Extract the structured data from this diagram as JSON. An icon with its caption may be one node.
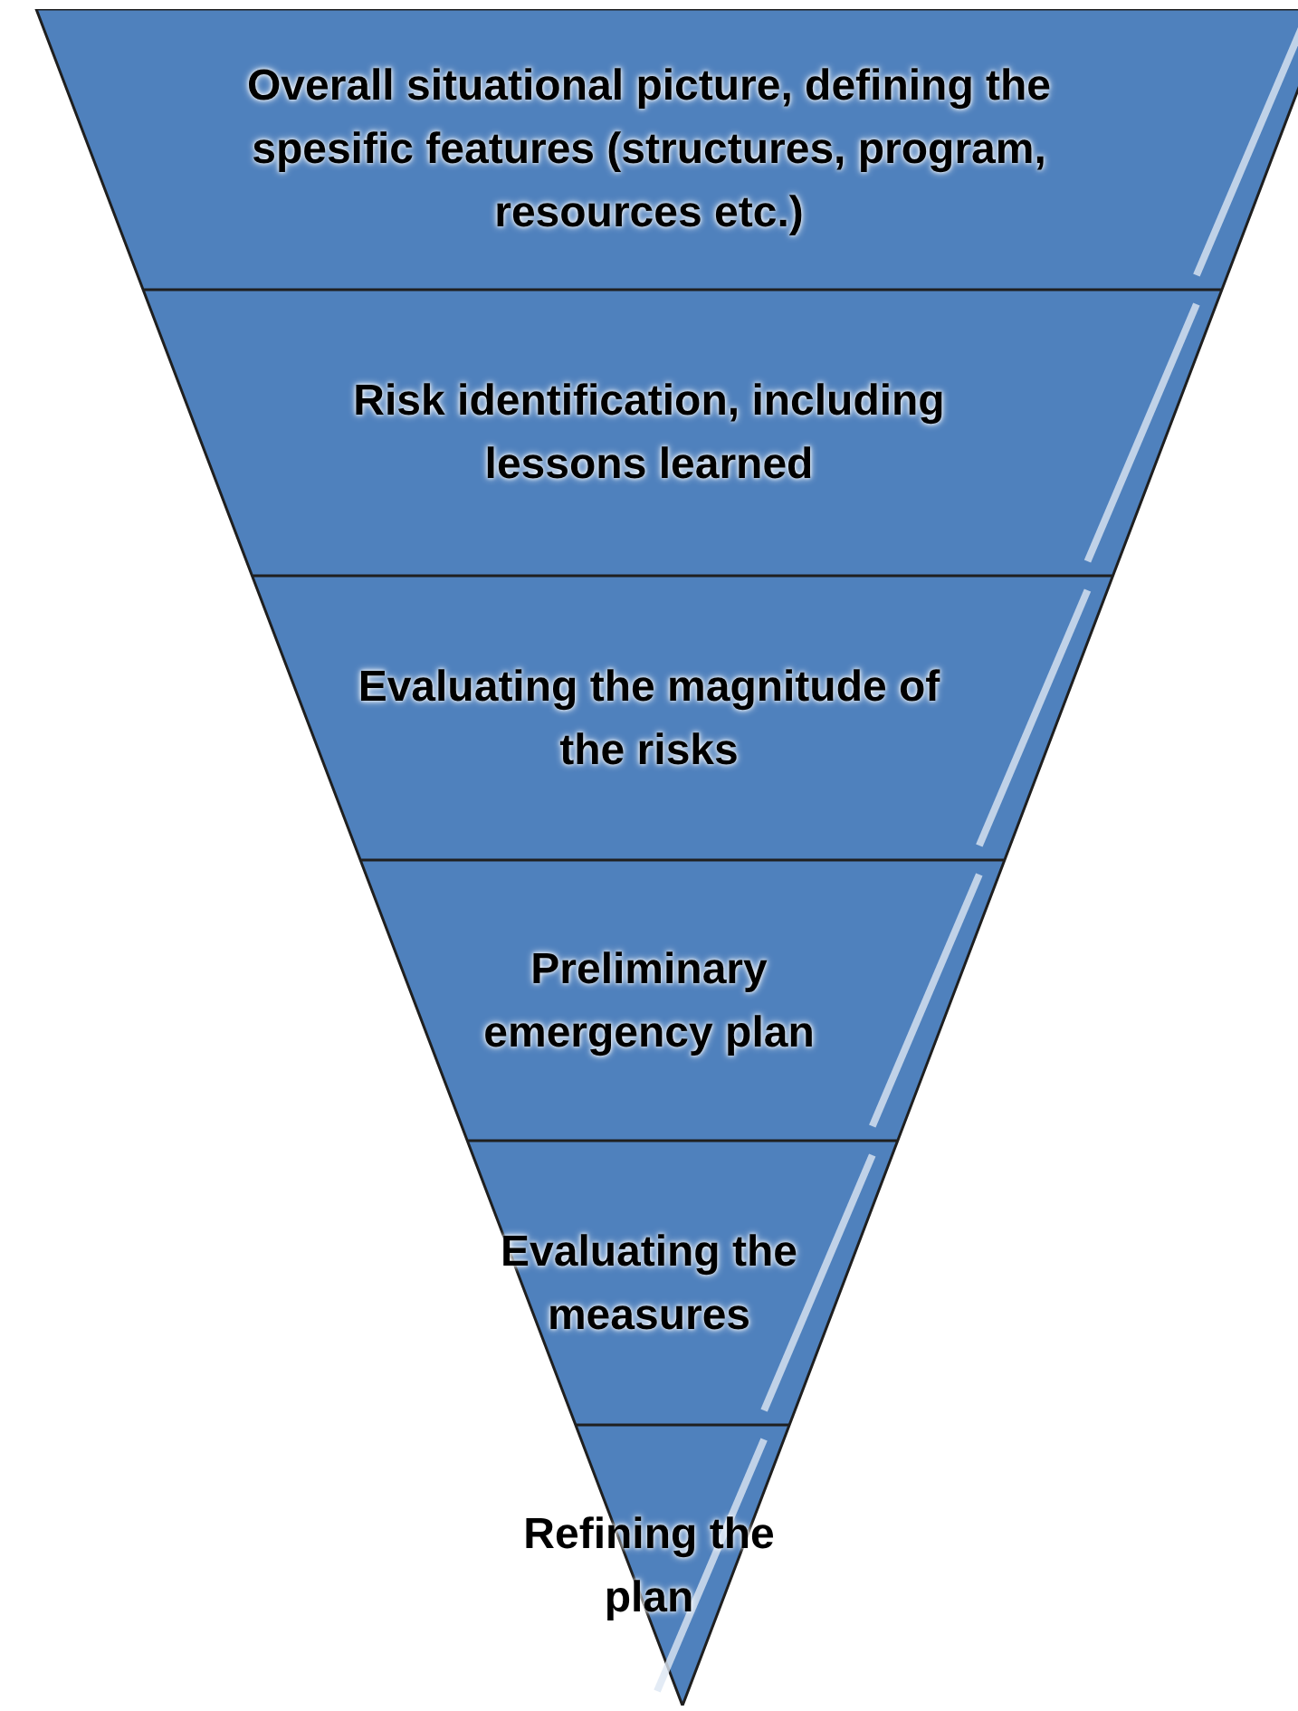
{
  "diagram": {
    "nodes": [
      {
        "text": [
          "Overall situational picture, defining the spesific features (structures, program, resources etc.)"
        ]
      },
      {
        "text": [
          "Risk identification, including lessons learned"
        ]
      },
      {
        "text": [
          "Evaluating the magnitude of the risks"
        ]
      },
      {
        "text": [
          "Preliminary emergency plan"
        ]
      },
      {
        "text": [
          "Evaluating the measures"
        ]
      },
      {
        "text": [
          "Refining the plan"
        ]
      }
    ]
  }
}
